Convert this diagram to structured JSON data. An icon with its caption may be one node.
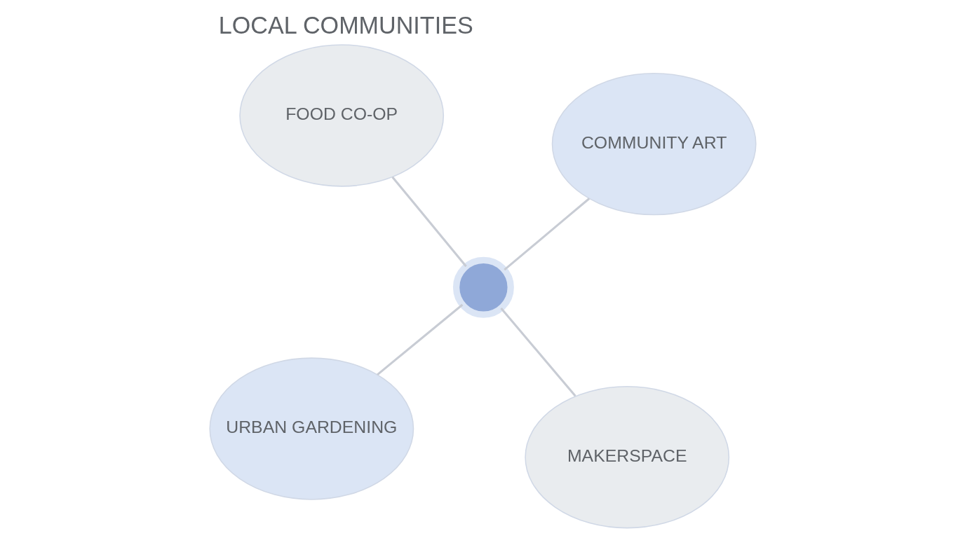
{
  "diagram": {
    "title": "LOCAL COMMUNITIES",
    "nodes": [
      {
        "text": [
          "URBAN GARDENING"
        ]
      },
      {
        "text": [
          "MAKERSPACE"
        ]
      },
      {
        "text": [],
        "shape": "circle"
      },
      {
        "text": [
          "FOOD CO-OP"
        ]
      },
      {
        "text": [
          "COMMUNITY ART"
        ]
      }
    ],
    "edges": [
      {
        "from": 2,
        "to": 0,
        "arrow": "none"
      },
      {
        "from": 2,
        "to": 1,
        "arrow": "none"
      },
      {
        "from": 2,
        "to": 3,
        "arrow": "none"
      },
      {
        "from": 2,
        "to": 4,
        "arrow": "none"
      }
    ]
  }
}
